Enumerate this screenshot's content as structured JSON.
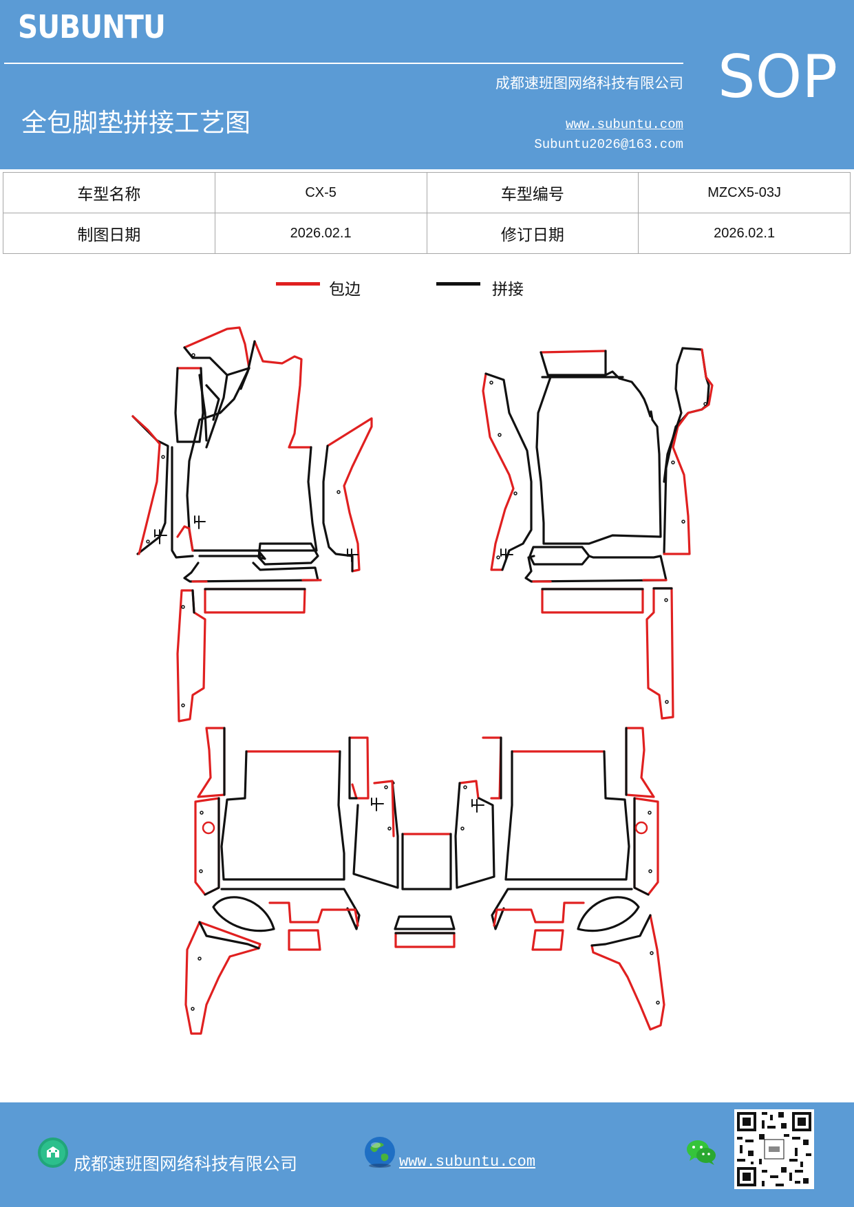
{
  "header": {
    "brand": "SUBUNTU",
    "company": "成都速班图网络科技有限公司",
    "title": "全包脚垫拼接工艺图",
    "website": "www.subuntu.com",
    "email": "Subuntu2026@163.com",
    "badge": "SOP"
  },
  "info_table": {
    "rows": [
      [
        {
          "text": "车型名称"
        },
        {
          "text": "CX-5"
        },
        {
          "text": "车型编号"
        },
        {
          "text": "MZCX5-03J"
        }
      ],
      [
        {
          "text": "制图日期"
        },
        {
          "text": "2026.02.1"
        },
        {
          "text": "修订日期"
        },
        {
          "text": "2026.02.1"
        }
      ]
    ]
  },
  "legend": {
    "items": [
      {
        "label": "包边",
        "color": "#e02020"
      },
      {
        "label": "拼接",
        "color": "#111111"
      }
    ]
  },
  "footer": {
    "company": "成都速班图网络科技有限公司",
    "website": "www.subuntu.com"
  },
  "colors": {
    "primary": "#5b9bd5",
    "edge_red": "#e02020",
    "seam_black": "#111111"
  },
  "icons": [
    "building-icon",
    "globe-icon",
    "wechat-icon",
    "qr-code"
  ]
}
